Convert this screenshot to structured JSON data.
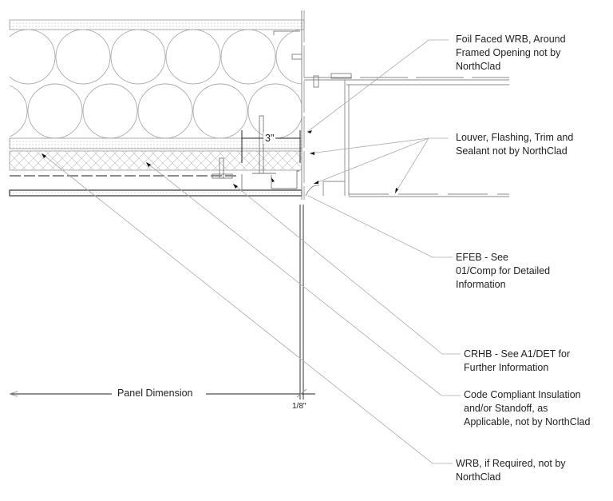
{
  "labels": {
    "foil_wrb": [
      "Foil Faced WRB, Around",
      "Framed Opening not by",
      "NorthClad"
    ],
    "louver": [
      "Louver, Flashing, Trim and",
      "Sealant not by NorthClad"
    ],
    "efeb": [
      "EFEB - See",
      "01/Comp for Detailed",
      "Information"
    ],
    "crhb": [
      "CRHB - See A1/DET for",
      "Further Information"
    ],
    "insulation": [
      "Code Compliant Insulation",
      "and/or Standoff, as",
      "Applicable, not by NorthClad"
    ],
    "wrb": [
      "WRB, if Required, not by",
      "NorthClad"
    ]
  },
  "dimensions": {
    "panel": "Panel Dimension",
    "gap_3in": "3\"",
    "joint": "1/8\""
  },
  "colors": {
    "line": "#888888",
    "dark": "#222222"
  }
}
